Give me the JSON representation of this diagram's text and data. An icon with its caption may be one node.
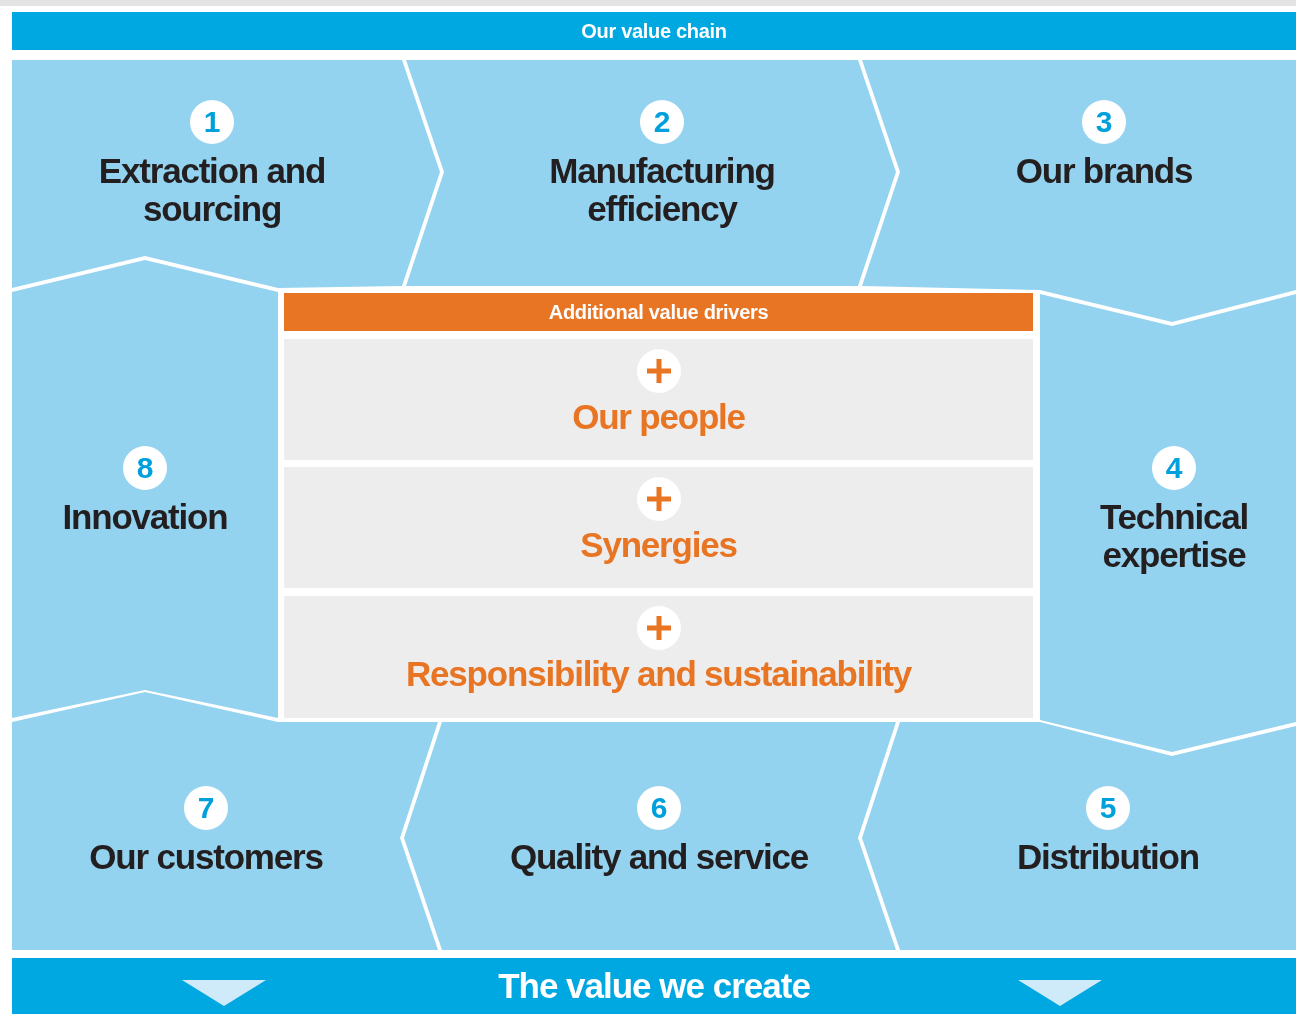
{
  "diagram": {
    "nodes": [
      {
        "text": [
          "Our value chain"
        ]
      },
      {
        "text": [
          "1",
          "Extraction and sourcing"
        ]
      },
      {
        "text": [
          "2",
          "Manufacturing efficiency"
        ]
      },
      {
        "text": [
          "3",
          "Our brands"
        ]
      },
      {
        "text": [
          "Additional value drivers"
        ]
      },
      {
        "text": [
          "Our people"
        ],
        "in": 4
      },
      {
        "text": [
          "Synergies"
        ],
        "in": 4
      },
      {
        "text": [
          "Responsibility and sustainability"
        ],
        "in": 4
      },
      {
        "text": [
          "8",
          "Innovation"
        ]
      },
      {
        "text": [
          "4",
          "Technical expertise"
        ]
      },
      {
        "text": [
          "7",
          "Our customers"
        ]
      },
      {
        "text": [
          "6",
          "Quality and service"
        ]
      },
      {
        "text": [
          "5",
          "Distribution"
        ]
      },
      {
        "text": [
          "The value we create"
        ]
      }
    ]
  }
}
